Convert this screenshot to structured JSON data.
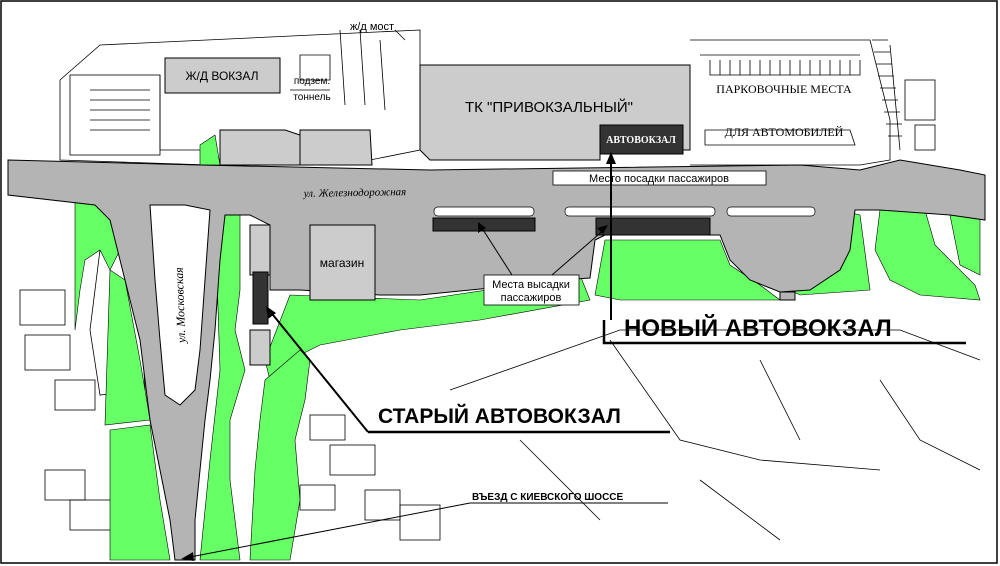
{
  "labels": {
    "zd_vokzal": "Ж/Д ВОКЗАЛ",
    "zd_most": "ж/д мост",
    "podzem_line1": "подзем.",
    "podzem_line2": "тоннель",
    "tk": "ТК \"ПРИВОКЗАЛЬНЫЙ\"",
    "avtovokzal_small": "АВТОВОКЗАЛ",
    "parking_line1": "ПАРКОВОЧНЫЕ МЕСТА",
    "parking_line2": "ДЛЯ АВТОМОБИЛЕЙ",
    "boarding": "Место посадки пассажиров",
    "street_zhd": "ул. Железнодорожная",
    "street_mosk": "ул. Московская",
    "magazin": "магазин",
    "dropoff_line1": "Места высадки",
    "dropoff_line2": "пассажиров",
    "new_station": "НОВЫЙ АВТОВОКЗАЛ",
    "old_station": "СТАРЫЙ АВТОВОКЗАЛ",
    "entry": "ВЪЕЗД  С  КИЕВСКОГО ШОССЕ"
  },
  "colors": {
    "road": "#b4b4b4",
    "green": "#66ff66",
    "building": "#cccccc",
    "dark": "#333333",
    "line": "#000000"
  }
}
